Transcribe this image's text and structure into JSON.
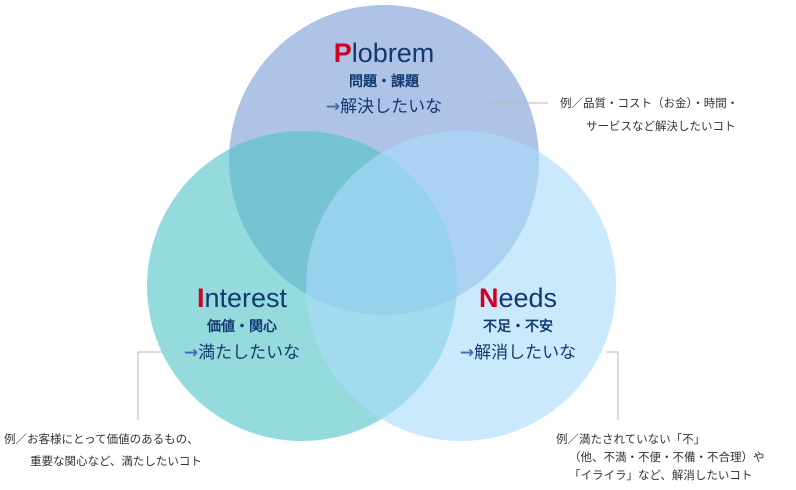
{
  "circles": {
    "problem": {
      "initial": "P",
      "rest": "lobrem",
      "subtitle": "問題・課題",
      "arrow": "→",
      "want": "解決したいな",
      "note_line1": "例／品質・コスト（お金）・時間・",
      "note_line2": "サービスなど解決したいコト"
    },
    "interest": {
      "initial": "I",
      "rest": "nterest",
      "subtitle": "価値・関心",
      "arrow": "→",
      "want": "満たしたいな",
      "note_line1": "例／お客様にとって価値のあるもの、",
      "note_line2": "重要な関心など、満たしたいコト"
    },
    "needs": {
      "initial": "N",
      "rest": "eeds",
      "subtitle": "不足・不安",
      "arrow": "→",
      "want": "解消したいな",
      "note_line1": "例／満たされていない「不」",
      "note_line2": "（他、不満・不便・不備・不合理）や",
      "note_line3": "「イライラ」など、解消したいコト"
    }
  },
  "colors": {
    "problem_circle": "#7c9ed6",
    "interest_circle": "#54c4c8",
    "needs_circle": "#a9dcfa",
    "heading_text": "#123a6e",
    "initial_letter": "#d4001f"
  }
}
